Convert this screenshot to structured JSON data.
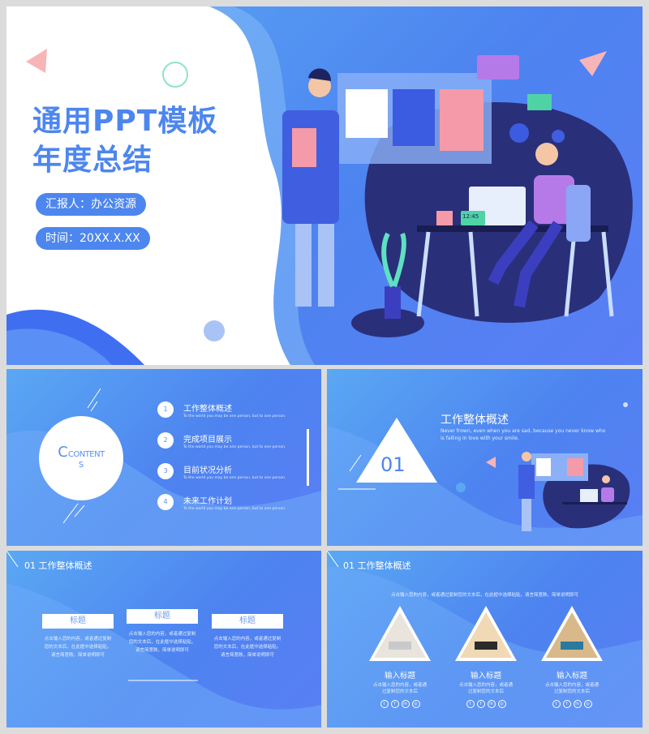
{
  "cover": {
    "title_line1": "通用PPT模板",
    "title_line2": "年度总结",
    "reporter": "汇报人：办公资源",
    "time": "时间：20XX.X.XX",
    "clock": "12:45"
  },
  "contents": {
    "circle_title": "CONTENT",
    "circle_title_s": "S",
    "items": [
      {
        "num": "1",
        "title": "工作整体概述",
        "sub": "To the world you may be one person, but to one person."
      },
      {
        "num": "2",
        "title": "完成项目展示",
        "sub": "To the world you may be one person, but to one person."
      },
      {
        "num": "3",
        "title": "目前状况分析",
        "sub": "To the world you may be one person, but to one person."
      },
      {
        "num": "4",
        "title": "未来工作计划",
        "sub": "To the world you may be one person, but to one person."
      }
    ]
  },
  "section": {
    "number": "01",
    "title": "工作整体概述",
    "sub": "Never frown, even when you are sad, because you never know who is falling in love with your smile."
  },
  "slide4": {
    "header": "01  工作整体概述",
    "cards": [
      {
        "title": "标题",
        "text": "点击输入您的内容，或者通过复制您的文本后，在此框中选择粘贴，请言简意赅，简单说明即可"
      },
      {
        "title": "标题",
        "text": "点击输入您的内容，或者通过复制您的文本后，在此框中选择粘贴，请言简意赅，简单说明即可"
      },
      {
        "title": "标题",
        "text": "点击输入您的内容，或者通过复制您的文本后，在此框中选择粘贴，请言简意赅，简单说明即可"
      }
    ]
  },
  "slide5": {
    "header": "01  工作整体概述",
    "intro": "点击输入您的内容，或者通过复制您的文本后，在此框中选择粘贴，请言简意赅，简单说明即可",
    "cards": [
      {
        "title": "输入标题",
        "text": "点击输入您的内容，或者通过复制您的文本后"
      },
      {
        "title": "输入标题",
        "text": "点击输入您的内容，或者通过复制您的文本后"
      },
      {
        "title": "输入标题",
        "text": "点击输入您的内容，或者通过复制您的文本后"
      }
    ],
    "social_icons": [
      "twitter-icon",
      "facebook-icon",
      "linkedin-icon",
      "instagram-icon"
    ]
  },
  "colors": {
    "primary": "#4d86ee",
    "light_blue": "#5aa8f3",
    "navy": "#2a2f7a",
    "pink": "#f59aa8"
  }
}
